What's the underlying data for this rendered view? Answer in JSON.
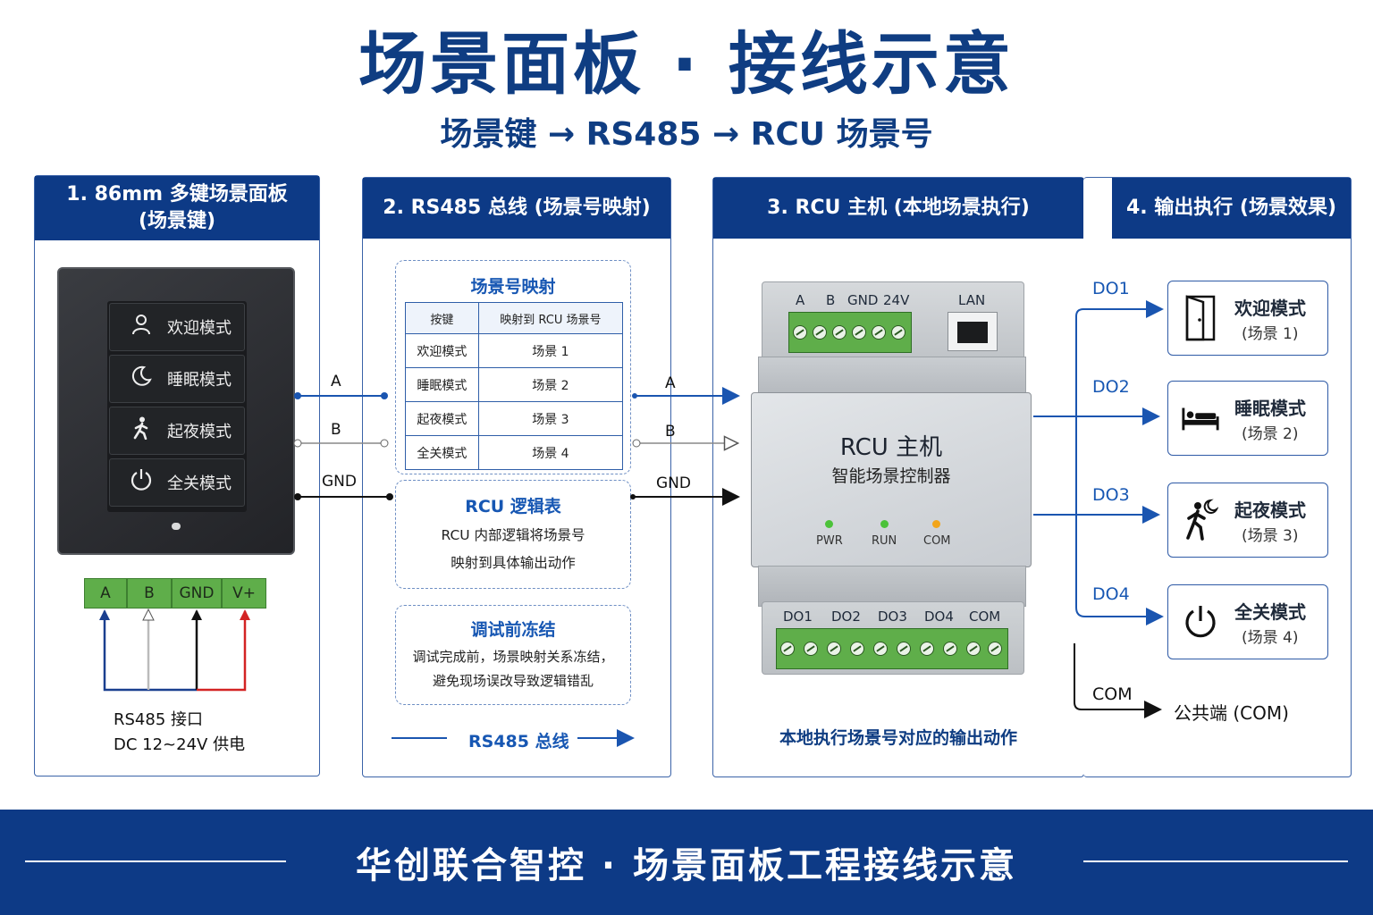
{
  "title": "场景面板 · 接线示意",
  "subtitle": "场景键 → RS485 → RCU 场景号",
  "colors": {
    "primary": "#0d3a86",
    "accent": "#1757b3",
    "terminal_green": "#5fae4a",
    "panel_dark": "#2a2c30"
  },
  "panel1": {
    "heading_line1": "1. 86mm 多键场景面板",
    "heading_line2": "(场景键)",
    "keys": [
      {
        "label": "欢迎模式",
        "icon": "person-icon"
      },
      {
        "label": "睡眠模式",
        "icon": "moon-icon"
      },
      {
        "label": "起夜模式",
        "icon": "walking-icon"
      },
      {
        "label": "全关模式",
        "icon": "power-icon"
      }
    ],
    "terminals": [
      "A",
      "B",
      "GND",
      "V+"
    ],
    "note_line1": "RS485 接口",
    "note_line2": "DC 12~24V 供电"
  },
  "panel2": {
    "heading": "2. RS485 总线 (场景号映射)",
    "mapping_title": "场景号映射",
    "table_headers": [
      "按键",
      "映射到 RCU 场景号"
    ],
    "table_rows": [
      [
        "欢迎模式",
        "场景 1"
      ],
      [
        "睡眠模式",
        "场景 2"
      ],
      [
        "起夜模式",
        "场景 3"
      ],
      [
        "全关模式",
        "场景 4"
      ]
    ],
    "logic_title": "RCU 逻辑表",
    "logic_line1": "RCU 内部逻辑将场景号",
    "logic_line2": "映射到具体输出动作",
    "freeze_title": "调试前冻结",
    "freeze_line1": "调试完成前，场景映射关系冻结，",
    "freeze_line2": "避免现场误改导致逻辑错乱",
    "bus_label": "RS485 总线"
  },
  "wires": {
    "a": "A",
    "b": "B",
    "gnd": "GND"
  },
  "panel3": {
    "heading": "3. RCU 主机 (本地场景执行)",
    "top_terminals": [
      "A",
      "B",
      "GND",
      "24V"
    ],
    "lan_label": "LAN",
    "device_title": "RCU 主机",
    "device_subtitle": "智能场景控制器",
    "leds": [
      {
        "label": "PWR",
        "color": "#4cc23a"
      },
      {
        "label": "RUN",
        "color": "#4cc23a"
      },
      {
        "label": "COM",
        "color": "#f2a51a"
      }
    ],
    "bottom_terminals": [
      "DO1",
      "DO2",
      "DO3",
      "DO4",
      "COM"
    ],
    "caption": "本地执行场景号对应的输出动作"
  },
  "panel4": {
    "heading": "4. 输出执行 (场景效果)",
    "outputs": [
      {
        "do": "DO1",
        "name": "欢迎模式",
        "scene": "(场景 1)",
        "icon": "door-icon"
      },
      {
        "do": "DO2",
        "name": "睡眠模式",
        "scene": "(场景 2)",
        "icon": "bed-icon"
      },
      {
        "do": "DO3",
        "name": "起夜模式",
        "scene": "(场景 3)",
        "icon": "night-walk-icon"
      },
      {
        "do": "DO4",
        "name": "全关模式",
        "scene": "(场景 4)",
        "icon": "power-icon"
      }
    ],
    "com_label": "COM",
    "com_target": "公共端 (COM)"
  },
  "footer": "华创联合智控 · 场景面板工程接线示意"
}
